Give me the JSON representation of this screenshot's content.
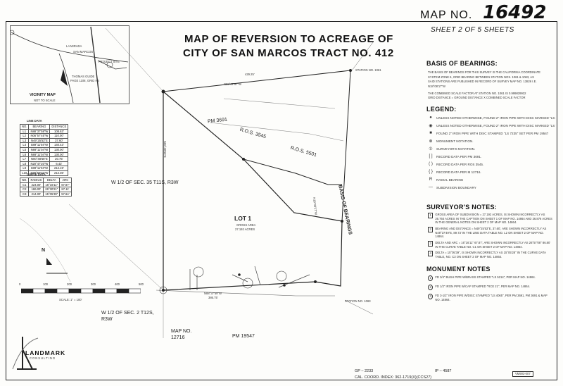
{
  "header": {
    "map_label": "MAP NO.",
    "map_number": "16492",
    "sheet": "SHEET 2 OF 5 SHEETS"
  },
  "title": {
    "line1": "MAP OF REVERSION TO ACREAGE OF",
    "line2": "CITY OF SAN MARCOS TRACT NO. 412"
  },
  "vicinity": {
    "label": "VICINITY MAP",
    "note": "NOT TO SCALE",
    "streets": [
      "LA MIRADA",
      "SAN MARCOS",
      "PROJECT SITE",
      "THOMAS GUIDE",
      "PAGE 1108, GRID H4"
    ]
  },
  "line_data": {
    "title": "LINE DATA",
    "headers": [
      "NO.",
      "BEARING",
      "DISTANCE"
    ],
    "rows": [
      [
        "L1",
        "N88°37'59\"W",
        "108.63'"
      ],
      [
        "L2",
        "N06°57'45\"W",
        "110.00'"
      ],
      [
        "L3",
        "N49°25'53\"E",
        "37.60'"
      ],
      [
        "L4",
        "S89°11'04\"W",
        "140.43'"
      ],
      [
        "L5",
        "N89°11'04\"W",
        "130.00'"
      ],
      [
        "L6",
        "N89°11'04\"W",
        "130.00'"
      ],
      [
        "L7",
        "N00°48'56\"E",
        "20.75'"
      ],
      [
        "L8",
        "N20°47'20\"W",
        "6.43'"
      ],
      [
        "L9",
        "S89°11'04\"W",
        "212.19'"
      ],
      [
        "L10",
        "N89°59'31\"W",
        "212.35'"
      ]
    ]
  },
  "curve_data": {
    "title": "CURVE DATA",
    "headers": [
      "NO.",
      "RADIUS",
      "DELTA",
      "ARC"
    ],
    "rows": [
      [
        "C1",
        "224.00'",
        "16°16'11\"",
        "67.87'"
      ],
      [
        "C2",
        "186.00'",
        "26°30'21\"",
        "87.11'"
      ],
      [
        "C3",
        "214.00'",
        "15°05'39\"",
        "57.64'"
      ]
    ]
  },
  "basis_of_bearings": {
    "heading": "BASIS OF BEARINGS:",
    "text": [
      "THE BASIS OF BEARINGS FOR THIS SURVEY IS THE CALIFORNIA COORDINATE",
      "SYSTEM ZONE 6, GRID BEARING BETWEEN STATION NOS. 1061 & 1063, AS",
      "SAID STATIONS ARE PUBLISHED IN RECORD OF SURVEY MAP NO. 13826 I.E.",
      "N18°08'17\"W",
      "THE COMBINED SCALE FACTOR AT STATION NO. 1061 IS 0.999829932",
      "GRID DISTANCE = GROUND DISTANCE X COMBINED SCALE FACTOR"
    ]
  },
  "legend": {
    "heading": "LEGEND:",
    "items": [
      {
        "sym": "●",
        "text": "UNLESS NOTED OTHERWISE, FOUND 2\" IRON PIPE WITH DISC MARKED \"LS 2821\" SET PER PARCEL MAP 3691."
      },
      {
        "sym": "◉",
        "text": "UNLESS NOTED OTHERWISE, FOUND 2\" IRON PIPE WITH DISC MARKED \"LS 7235\" SET PER MAP NO. 14864."
      },
      {
        "sym": "■",
        "text": "FOUND 2\" IRON PIPE WITH DISC STAMPED \"LS 7235\" SET PER PM 19547"
      },
      {
        "sym": "⊗",
        "text": "MONUMENT NOTATION."
      },
      {
        "sym": "①",
        "text": "SURVEYOR'S NOTATION."
      },
      {
        "sym": "[ ]",
        "text": "RECORD DATA PER PM 3691."
      },
      {
        "sym": "( )",
        "text": "RECORD DATA PER ROS 3545."
      },
      {
        "sym": "{ }",
        "text": "RECORD DATA PER M 12716."
      },
      {
        "sym": "R",
        "text": "RADIAL BEARING"
      },
      {
        "sym": "—",
        "text": "SUBDIVISION BOUNDARY"
      }
    ]
  },
  "surveyor_notes": {
    "heading": "SURVEYOR'S NOTES:",
    "items": [
      {
        "n": "1",
        "text": "GROSS AREA OF SUBDIVISION = 27.192 ACRES, IS SHOWN INCORRECTLY AS 26.764 ACRES IN THE CAPTION ON SHEET 1 OF MAP NO. 14864 AND 26.876 ACRES IN THE GENERAL NOTES ON SHEET 2 OF MAP NO. 14864."
      },
      {
        "n": "2",
        "text": "BEARING AND DISTANCE = N49°25'53\"E, 37.60', ARE SHOWN INCORRECTLY AS N49°37'49\"E, 89.73' IN THE LINE DATA TABLE NO. L2 ON SHEET 2 OF MAP NO. 14864."
      },
      {
        "n": "3",
        "text": "DELTA AND ARC = 16°16'11\" 67.87', ARE SHOWN INCORRECTLY AS 26°57'08\" 86.80' IN THE CURVE TABLE NO. C1 ON SHEET 2 OF MAP NO. 14864."
      },
      {
        "n": "4",
        "text": "DELTA = 15°05'39\", IS SHOWN INCORRECTLY AS 15°05'28\" IN THE CURVE DATA TABLE, NO. C3 ON SHEET 2 OF MAP NO. 14864."
      }
    ]
  },
  "monument_notes": {
    "heading": "MONUMENT NOTES",
    "items": [
      {
        "n": "1",
        "text": "FD 3/4\" BUSH PIPE W/BRASS STAMPED \"LS 5214\", PER MAP NO. 14864."
      },
      {
        "n": "2",
        "text": "FD 1/2\" IRON PIPE W/CAP STAMPED \"RCE 21\", PER MAP NO. 14864."
      },
      {
        "n": "3",
        "text": "FD 3-1/2\" IRON PIPE W/DISC STAMPED \"LS 4065\", PER PM 3691, PM 3691 & MAP NO. 14864."
      }
    ]
  },
  "plan": {
    "lot": "LOT 1",
    "gross_area_label": "GROSS AREA",
    "gross_area": "27.192 ACRES",
    "pm_3691": "PM 3691",
    "ros": "R.O.S. 3545",
    "ros2": "R.O.S. 5501",
    "basis": "BASIS OF BEARINGS",
    "section_top": "W 1/2 OF SEC. 35 T11S, R3W",
    "section_bottom": "W 1/2 OF SEC. 2 T12S, R3W",
    "map_12716": "MAP NO. 12716",
    "pm_19547": "PM 19547",
    "station_1061": "STATION NO. 1061",
    "station_1063": "STATION NO. 1063",
    "north": "N",
    "scale": "SCALE: 1\" = 100'",
    "scale_ticks": [
      "0",
      "100",
      "200",
      "300",
      "400",
      "500"
    ],
    "dim_top": "N89°07'57\"W",
    "dim_top2": "429.25'",
    "bearing_left": "N00°48'56\"E",
    "bearing_right": "N18°08'17\"W",
    "dim_bottom": "N88°37'59\"W",
    "dim_bottom2": "386.75'"
  },
  "footer": {
    "gp": "GP – 2233",
    "ip": "IP – 4587",
    "cal_coord": "CAL. COORD. INDEX: 362-1719(X)(CCS27)",
    "code": "VM903-007",
    "company": "LANDMARK",
    "company_sub": "CONSULTING"
  },
  "colors": {
    "ink": "#222222",
    "paper": "#fdfdfb",
    "watermark": "#99aaaa"
  }
}
